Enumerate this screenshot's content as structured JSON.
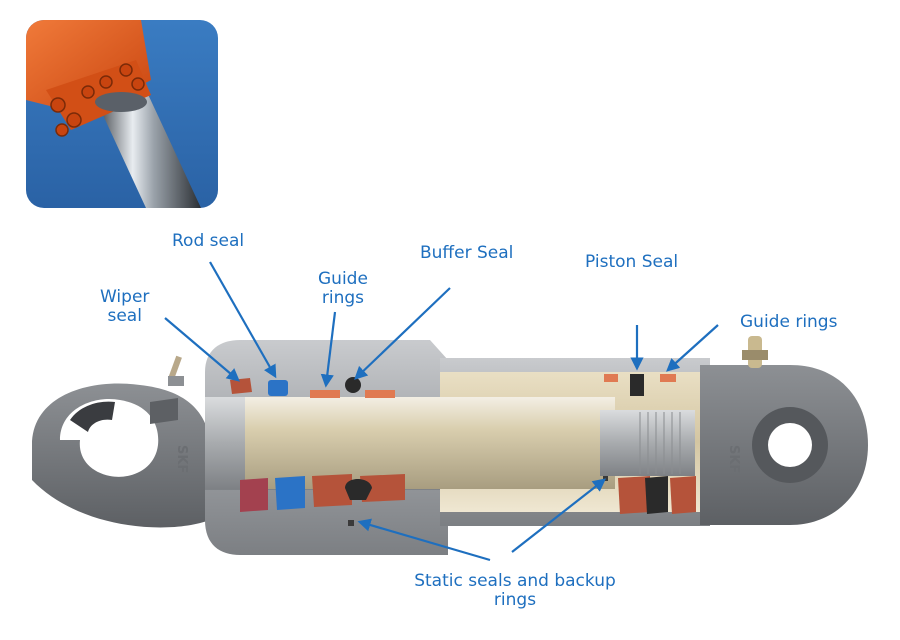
{
  "labels": {
    "wiper_seal": [
      "Wiper",
      "seal"
    ],
    "rod_seal": "Rod seal",
    "guide_rings_left": [
      "Guide",
      "rings"
    ],
    "buffer_seal": "Buffer Seal",
    "piston_seal": "Piston Seal",
    "guide_rings_right": "Guide rings",
    "static_seals": [
      "Static seals and backup",
      "rings"
    ]
  },
  "logo_text": "SKF",
  "colors": {
    "label": "#1e6fbf",
    "arrow": "#1e6fbf",
    "inset_sky": "#2f6fb3",
    "flange_orange": "#e0561a",
    "body_metal": "#a9acb0",
    "rod_gold": "#d8ccaa",
    "seal_red": "#b5533a",
    "seal_blue": "#2b73c6",
    "guide_orange": "#e07a52"
  }
}
